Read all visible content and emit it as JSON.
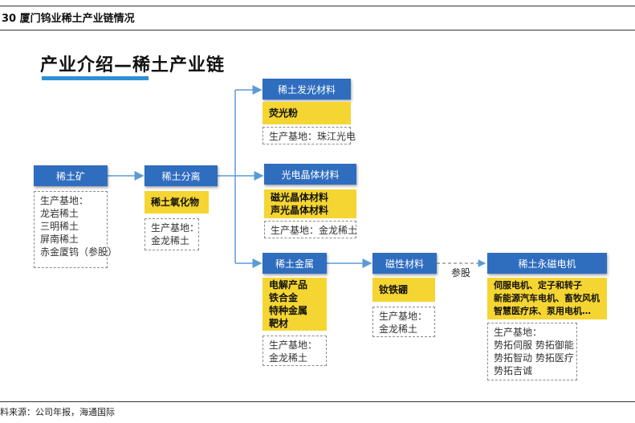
{
  "caption": "30 厦门钨业稀土产业链情况",
  "headline": "产业介绍—稀土产业链",
  "nodes": {
    "mine": {
      "title": "稀土矿",
      "base_label": "生产基地：",
      "bases": [
        "龙岩稀土",
        "三明稀土",
        "屏南稀土",
        "赤金厦钨（参股）"
      ]
    },
    "separation": {
      "title": "稀土分离",
      "products": [
        "稀土氧化物"
      ],
      "base_label": "生产基地：",
      "bases": [
        "金龙稀土"
      ]
    },
    "luminescent": {
      "title": "稀土发光材料",
      "products": [
        "荧光粉"
      ],
      "base_label": "生产基地：",
      "bases": [
        "珠江光电"
      ]
    },
    "crystal": {
      "title": "光电晶体材料",
      "products": [
        "磁光晶体材料",
        "声光晶体材料"
      ],
      "base_label": "生产基地：",
      "bases": [
        "金龙稀土"
      ]
    },
    "metal": {
      "title": "稀土金属",
      "products": [
        "电解产品",
        "铁合金",
        "特种金属",
        "靶材"
      ],
      "base_label": "生产基地：",
      "bases": [
        "金龙稀土"
      ]
    },
    "magnetic": {
      "title": "磁性材料",
      "products": [
        "钕铁硼"
      ],
      "base_label": "生产基地：",
      "bases": [
        "金龙稀土"
      ]
    },
    "motor": {
      "title": "稀土永磁电机",
      "products": [
        "伺服电机、定子和转子",
        "新能源汽车电机、畜牧风机",
        "智慧医疗床、泵用电机…"
      ],
      "base_label": "生产基地：",
      "bases": [
        "势拓伺服 势拓御能",
        "势拓智动 势拓医疗",
        "势拓吉诚"
      ]
    }
  },
  "equity_note": "参股",
  "source": "料来源：公司年报，海通国际",
  "colors": {
    "node": "#2f6dbf",
    "product": "#f5d531",
    "accent": "#2e8fd6",
    "arrow": "#5b9bd5"
  }
}
